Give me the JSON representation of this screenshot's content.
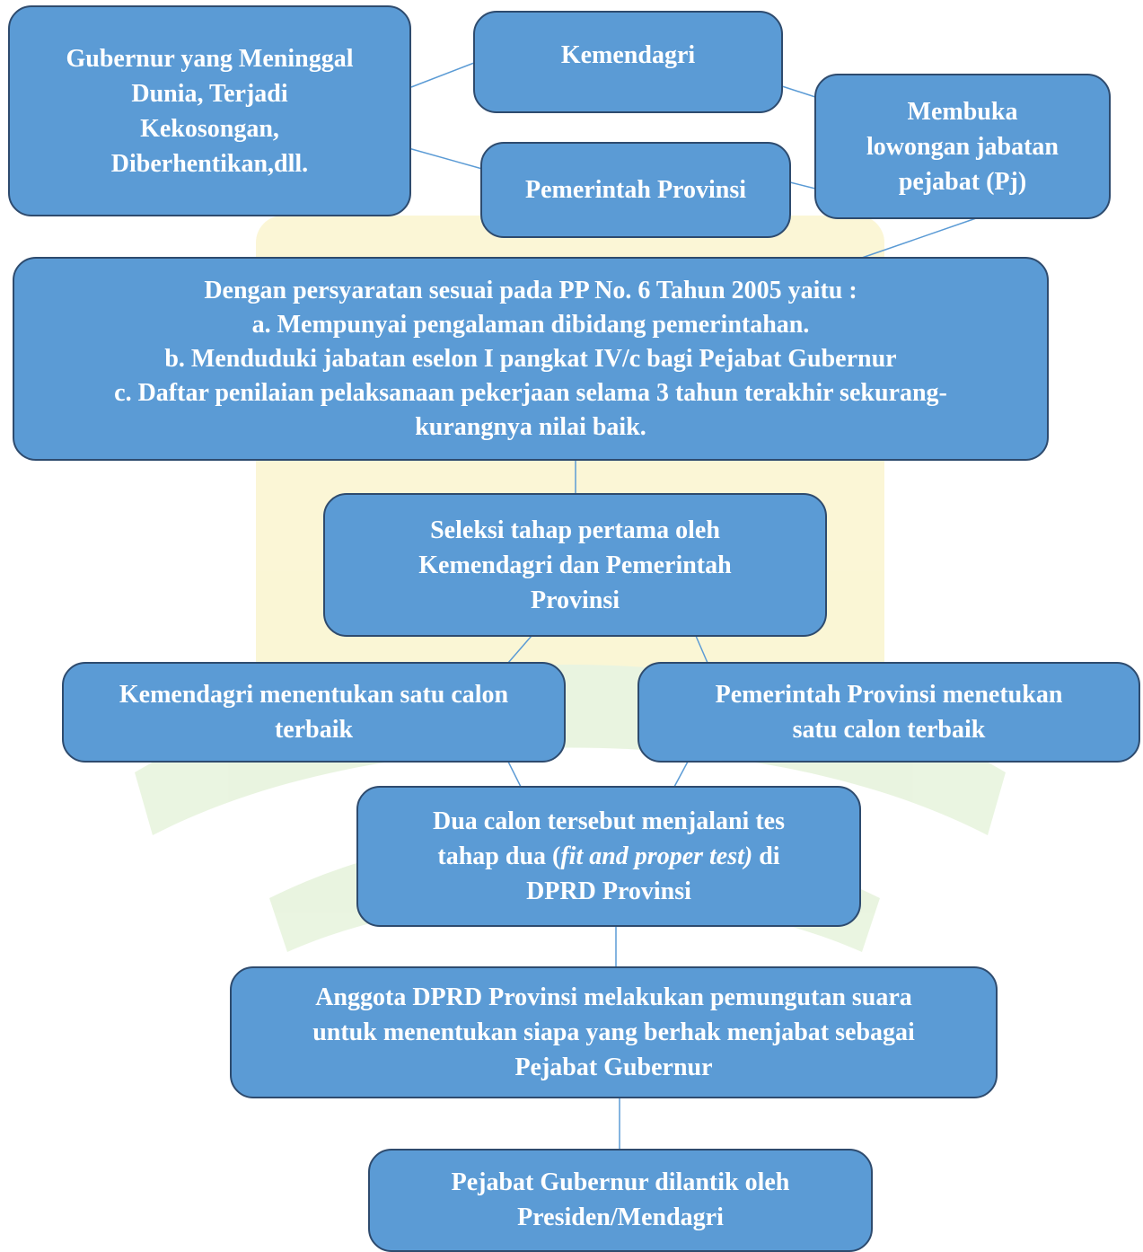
{
  "colors": {
    "node_fill": "#5b9bd5",
    "node_border": "#2e4b6e",
    "node_text": "#ffffff",
    "connector": "#5b9bd5",
    "watermark_gold": "#f7efb4",
    "watermark_green": "#cfe8cf"
  },
  "nodes": {
    "gubernur_vacancy": {
      "lines": [
        "Gubernur yang Meninggal",
        "Dunia, Terjadi",
        "Kekosongan,",
        "Diberhentikan,dll."
      ]
    },
    "kemendagri": {
      "lines": [
        "Kemendagri"
      ]
    },
    "pemerintah_provinsi": {
      "lines": [
        "Pemerintah Provinsi"
      ]
    },
    "membuka_lowongan": {
      "lines": [
        "Membuka",
        "lowongan jabatan",
        "pejabat (Pj)"
      ]
    },
    "persyaratan": {
      "lines": [
        "Dengan persyaratan sesuai pada PP No. 6 Tahun 2005 yaitu :",
        "a. Mempunyai pengalaman dibidang pemerintahan.",
        "b. Menduduki jabatan eselon I pangkat IV/c bagi Pejabat Gubernur",
        "c. Daftar penilaian pelaksanaan pekerjaan selama 3 tahun terakhir sekurang-",
        "kurangnya nilai baik."
      ]
    },
    "seleksi_pertama": {
      "lines": [
        "Seleksi tahap pertama oleh",
        "Kemendagri dan Pemerintah",
        "Provinsi"
      ]
    },
    "kemendagri_calon": {
      "lines": [
        "Kemendagri menentukan satu calon",
        "terbaik"
      ]
    },
    "pemprov_calon": {
      "lines": [
        "Pemerintah Provinsi menetukan",
        "satu calon terbaik"
      ]
    },
    "tes_tahap_dua": {
      "line1": "Dua calon tersebut menjalani tes",
      "line2_pre": "tahap dua (",
      "line2_italic": "fit and proper test)",
      "line2_post": " di",
      "line3": "DPRD Provinsi"
    },
    "pemungutan_suara": {
      "lines": [
        "Anggota DPRD Provinsi melakukan pemungutan suara",
        "untuk menentukan siapa yang berhak menjabat sebagai",
        "Pejabat Gubernur"
      ]
    },
    "pelantikan": {
      "lines": [
        "Pejabat Gubernur dilantik  oleh",
        "Presiden/Mendagri"
      ]
    }
  }
}
